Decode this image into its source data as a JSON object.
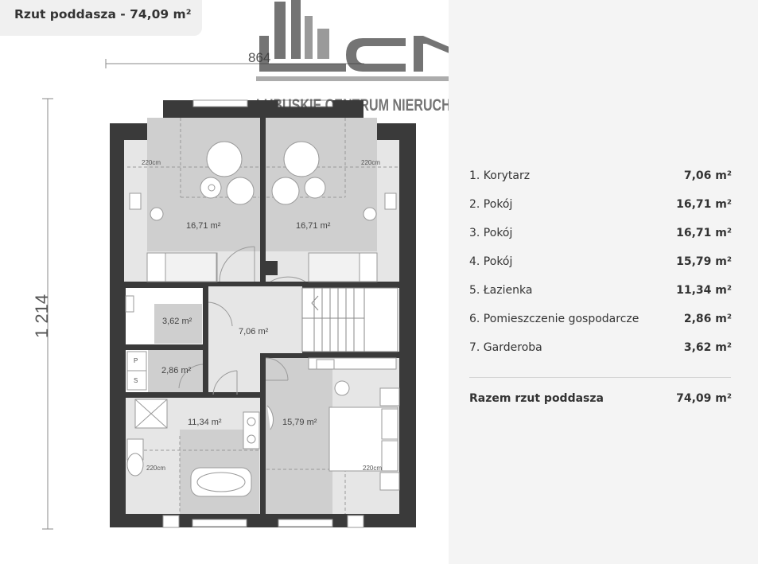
{
  "header": {
    "title": "Rzut poddasza - 74,09 m²"
  },
  "logo": {
    "letters": "CN",
    "company_name": "LUBUSKIE CENTRUM NIERUCHOMOŚCI"
  },
  "plan": {
    "dimensions": {
      "width": "864",
      "height": "1 214"
    },
    "rooms": [
      {
        "area": "16,71 m²",
        "sup": "2"
      },
      {
        "area": "16,71 m²",
        "sup": "2"
      },
      {
        "area": "3,62 m²",
        "sup": "2"
      },
      {
        "area": "7,06 m²",
        "sup": "2"
      },
      {
        "area": "2,86 m²",
        "sup": "2"
      },
      {
        "area": "11,34 m²",
        "sup": "2"
      },
      {
        "area": "15,79 m²",
        "sup": "2"
      }
    ],
    "labels": {
      "height_220_a": "220cm",
      "height_220_b": "220cm",
      "height_220_c": "220cm",
      "height_220_d": "220cm",
      "utility_p": "P",
      "utility_s": "S"
    }
  },
  "areas": [
    {
      "name": "1. Korytarz",
      "value": "7,06 m²"
    },
    {
      "name": "2. Pokój",
      "value": "16,71 m²"
    },
    {
      "name": "3. Pokój",
      "value": "16,71 m²"
    },
    {
      "name": "4. Pokój",
      "value": "15,79 m²"
    },
    {
      "name": "5. Łazienka",
      "value": "11,34 m²"
    },
    {
      "name": "6. Pomieszczenie gospodarcze",
      "value": "2,86 m²"
    },
    {
      "name": "7. Garderoba",
      "value": "3,62 m²"
    }
  ],
  "total": {
    "name": "Razem rzut poddasza",
    "value": "74,09 m²"
  },
  "colors": {
    "wall": "#3a3a3a",
    "floor_dark": "#cfcfcf",
    "floor_light": "#e6e6e6",
    "panel": "#f4f4f4",
    "text": "#333333"
  }
}
